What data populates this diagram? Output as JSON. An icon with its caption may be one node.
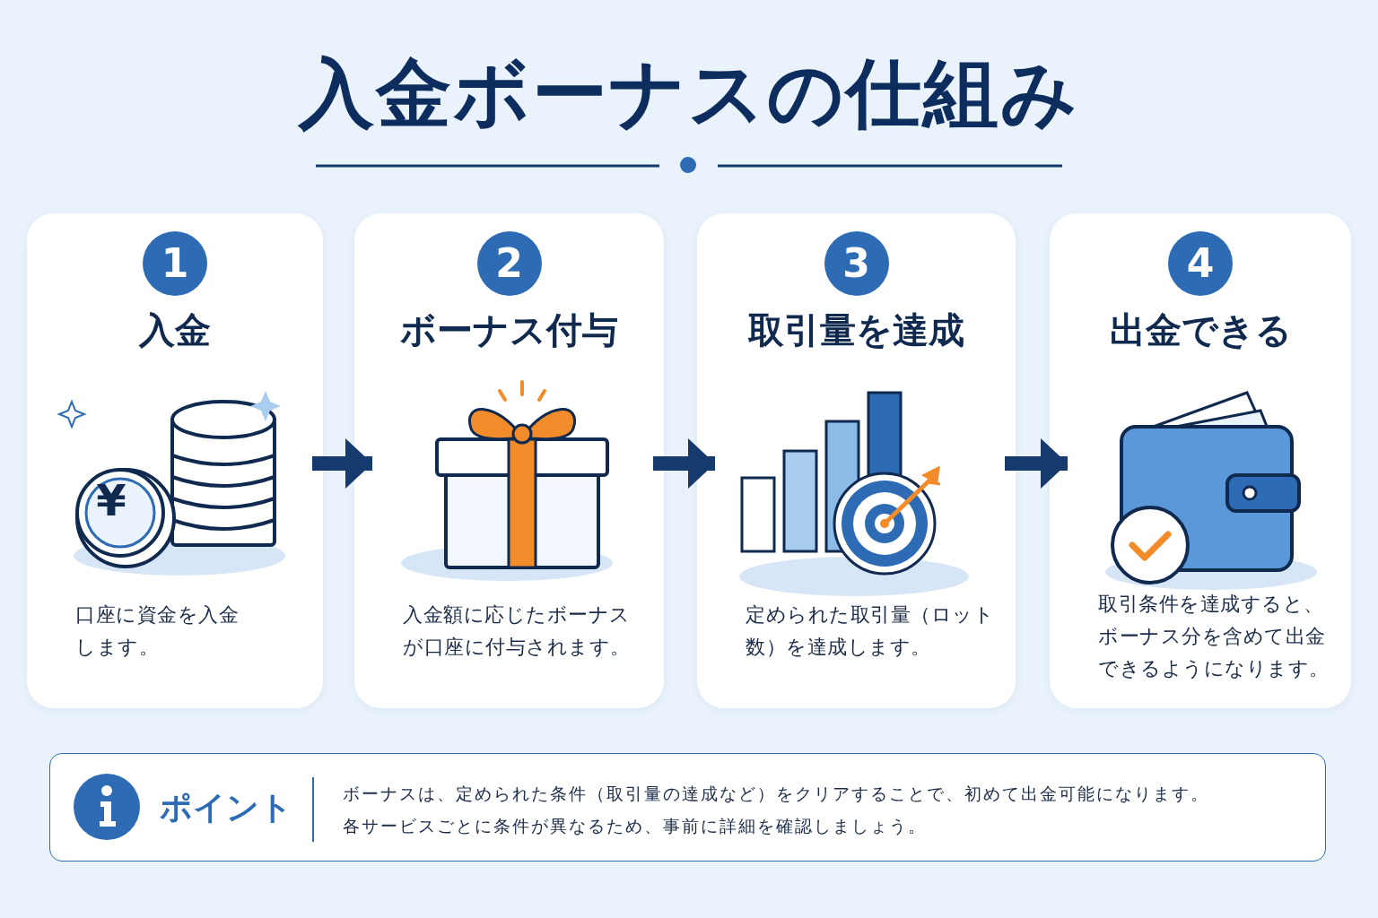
{
  "diagram": {
    "title": "入金ボーナスの仕組み",
    "nodes": [
      {
        "text": [
          "1",
          "入金",
          "口座に資金を入金します。"
        ]
      },
      {
        "text": [
          "2",
          "ボーナス付与",
          "入金額に応じたボーナスが口座に付与されます。"
        ]
      },
      {
        "text": [
          "3",
          "取引量を達成",
          "定められた取引量（ロット数）を達成します。"
        ]
      },
      {
        "text": [
          "4",
          "出金できる",
          "取引条件を達成すると、ボーナス分を含めて出金できるようになります。"
        ]
      },
      {
        "text": [
          "ポイント",
          "ボーナスは、定められた条件（取引量の達成など）をクリアすることで、初めて出金可能になります。",
          "各サービスごとに条件が異なるため、事前に詳細を確認しましょう。"
        ]
      }
    ],
    "edges": [
      {
        "from": 0,
        "to": 1,
        "arrow": "to"
      },
      {
        "from": 1,
        "to": 2,
        "arrow": "to"
      },
      {
        "from": 2,
        "to": 3,
        "arrow": "to"
      }
    ],
    "labels": [
      "¥"
    ]
  }
}
